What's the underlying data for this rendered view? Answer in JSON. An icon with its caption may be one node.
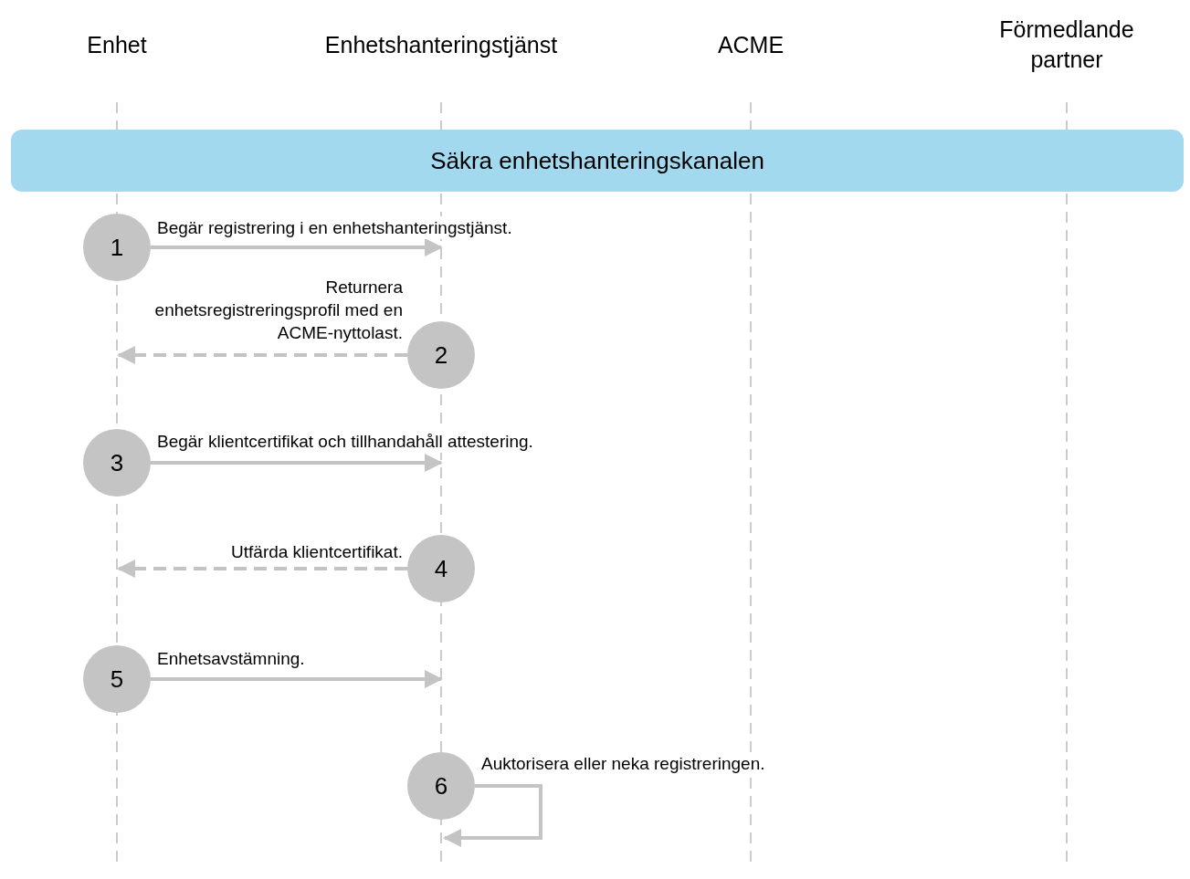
{
  "diagram": {
    "nodes": [
      {
        "text": [
          "Enhet"
        ]
      },
      {
        "text": [
          "Enhetshanteringstjänst"
        ]
      },
      {
        "text": [
          "ACME"
        ]
      },
      {
        "text": [
          "Förmedlande partner"
        ]
      },
      {
        "text": [
          "Säkra enhetshanteringskanalen"
        ]
      },
      {
        "text": [
          "1"
        ]
      },
      {
        "text": [
          "2"
        ]
      },
      {
        "text": [
          "3"
        ]
      },
      {
        "text": [
          "4"
        ]
      },
      {
        "text": [
          "5"
        ]
      },
      {
        "text": [
          "6"
        ]
      }
    ],
    "edges": [
      {
        "from": 5,
        "to": null,
        "arrow": "to",
        "label": "Begär registrering i en enhetshanteringstjänst."
      },
      {
        "from": 6,
        "to": null,
        "arrow": "to",
        "label": "Returnera enhetsregistreringsprofil med en ACME-nyttolast.",
        "style": "dashed"
      },
      {
        "from": 7,
        "to": null,
        "arrow": "to",
        "label": "Begär klientcertifikat och tillhandahåll attestering."
      },
      {
        "from": 8,
        "to": null,
        "arrow": "to",
        "label": "Utfärda klientcertifikat.",
        "style": "dashed"
      },
      {
        "from": 9,
        "to": null,
        "arrow": "to",
        "label": "Enhetsavstämning."
      },
      {
        "from": 10,
        "to": 10,
        "arrow": "to",
        "label": "Auktorisera eller neka registreringen."
      }
    ]
  }
}
